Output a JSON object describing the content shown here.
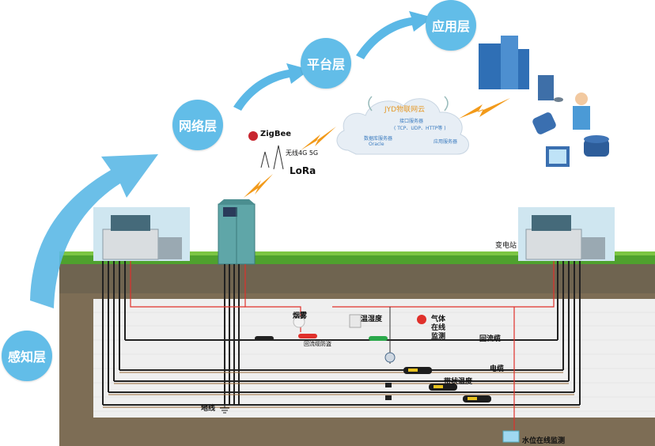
{
  "layers": {
    "sense": "感知层",
    "network": "网络层",
    "platform": "平台层",
    "application": "应用层"
  },
  "wireless": {
    "zigbee": "ZigBee",
    "mobile": "无线4G 5G",
    "lora": "LoRa"
  },
  "cloud": {
    "title": "JYD物联网云",
    "interface_server": "接口服务器",
    "protocols": "( TCP、UDP、HTTP等 )",
    "db_server": "数据库服务器",
    "db_name": "Oracle",
    "app_server": "应用服务器"
  },
  "field": {
    "substation": "变电站",
    "smoke": "烟雾",
    "return_cable_anti_theft": "回流缆防盗",
    "temp_humidity": "温湿度",
    "gas_monitor_line1": "气体",
    "gas_monitor_line2": "在线",
    "gas_monitor_line3": "监测",
    "return_cable": "回流缆",
    "power_cable": "电缆",
    "belt_temp": "带状温度",
    "ground_wire": "地线",
    "water_level": "水位在线监测"
  },
  "colors": {
    "circle": "#62bde8",
    "arrow": "#5bb8e6",
    "lightning": "#f29a1a",
    "soil": "#7a6a52",
    "tunnel": "#f0f0f0",
    "cable_red": "#e0302b"
  }
}
